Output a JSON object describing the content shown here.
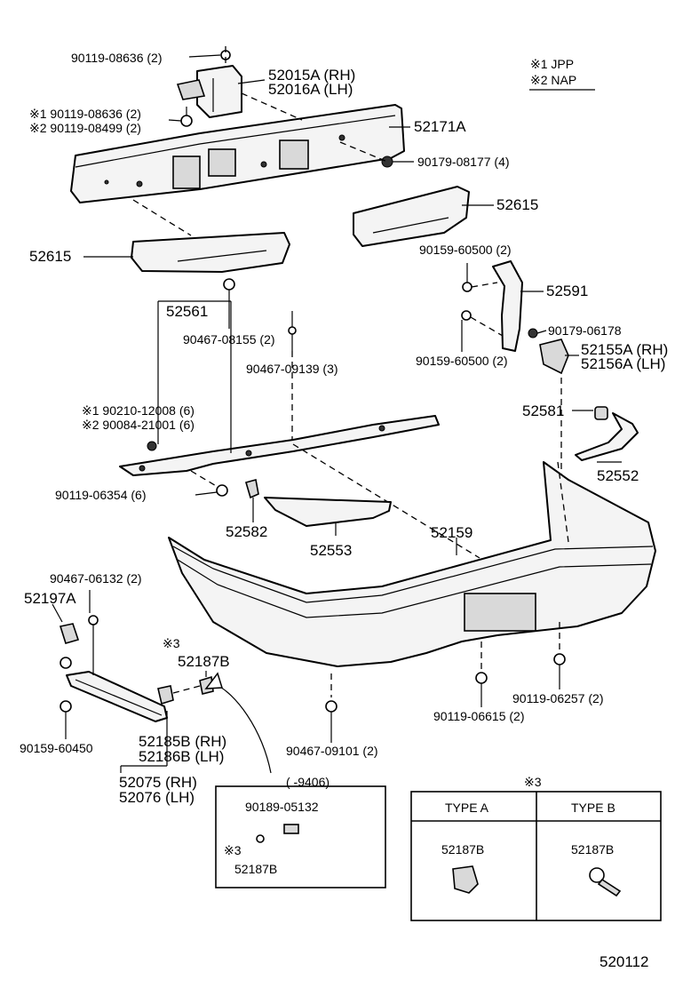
{
  "legend": {
    "jpp": "※1 JPP",
    "nap": "※2 NAP"
  },
  "labels": {
    "bolt_top": "90119-08636 (2)",
    "bracket_rh": "52015A (RH)",
    "bracket_lh": "52016A (LH)",
    "bolt_jpp": "※1 90119-08636 (2)",
    "bolt_nap": "※2 90119-08499 (2)",
    "reinforcement": "52171A",
    "nut_top": "90179-08177 (4)",
    "absorber_left": "52615",
    "absorber_right": "52615",
    "bolt_absorber": "90467-08155 (2)",
    "bolt_side_top": "90159-60500 (2)",
    "side_support": "52591",
    "nut_side": "90179-06178",
    "retainer_rh": "52155A (RH)",
    "retainer_lh": "52156A (LH)",
    "bolt_side_bottom": "90159-60500 (2)",
    "clip_main": "90467-09139 (3)",
    "retainer_main": "52561",
    "screw_jpp": "※1 90210-12008 (6)",
    "screw_nap": "※2 90084-21001 (6)",
    "cushion_right": "52581",
    "moulding_right": "52552",
    "bolt_lower_left": "90119-06354 (6)",
    "cushion_left": "52582",
    "moulding_left": "52553",
    "cover": "52159",
    "clip_side": "90467-06132 (2)",
    "bracket_side": "52197A",
    "note3_a": "※3",
    "retainer_clip": "52187B",
    "bolt_bottom_right": "90119-06257 (2)",
    "bolt_bottom_center": "90119-06615 (2)",
    "bolt_step": "90159-60450",
    "stay_rh": "52185B (RH)",
    "stay_lh": "52186B (LH)",
    "clip_bottom": "90467-09101 (2)",
    "step_rh": "52075 (RH)",
    "step_lh": "52076 (LH)",
    "inset_range": "(     -9406)",
    "inset_part": "90189-05132",
    "inset_note": "※3",
    "inset_clip": "52187B",
    "table_note": "※3",
    "type_a": "TYPE A",
    "type_b": "TYPE B",
    "type_a_part": "52187B",
    "type_b_part": "52187B",
    "figure_number": "520112"
  }
}
